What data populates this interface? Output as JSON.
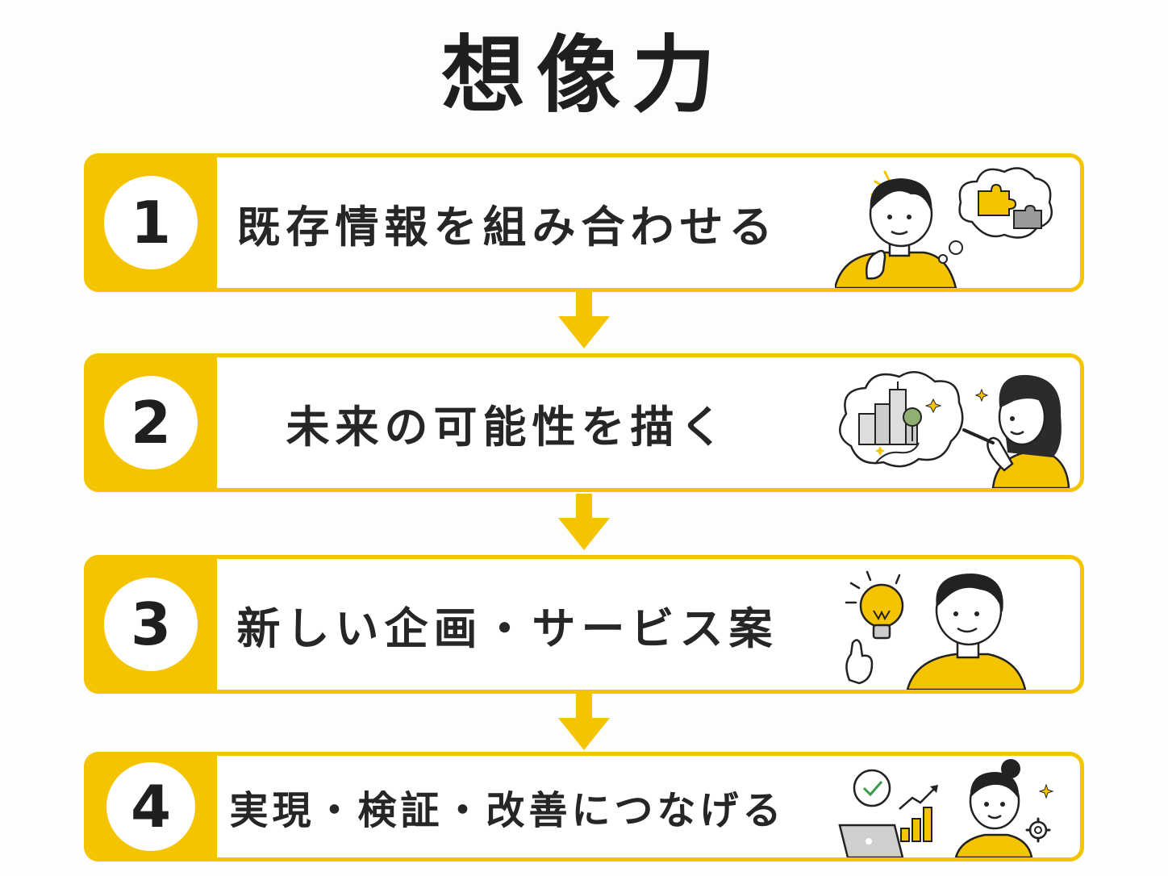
{
  "title": "想像力",
  "steps": [
    {
      "number": "1",
      "label": "既存情報を組み合わせる",
      "illustration": "thinking-person-puzzle-icon"
    },
    {
      "number": "2",
      "label": "未来の可能性を描く",
      "illustration": "drawing-future-city-icon"
    },
    {
      "number": "3",
      "label": "新しい企画・サービス案",
      "illustration": "lightbulb-idea-person-icon"
    },
    {
      "number": "4",
      "label": "実現・検証・改善につなげる",
      "illustration": "laptop-growth-chart-icon"
    }
  ],
  "colors": {
    "accent": "#f5c400",
    "text": "#262626",
    "background": "#fdfdfb"
  }
}
